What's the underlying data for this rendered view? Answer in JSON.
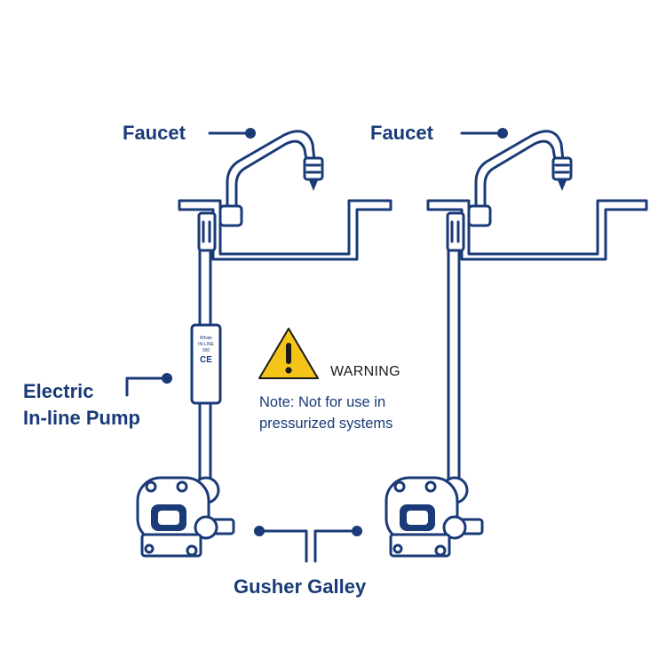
{
  "colors": {
    "ink": "#1a3a78",
    "warning_yellow": "#f4c518",
    "background": "#ffffff"
  },
  "labels": {
    "faucet_left": "Faucet",
    "faucet_right": "Faucet",
    "pump_line1": "Electric",
    "pump_line2": "In-line Pump",
    "gusher": "Gusher Galley"
  },
  "warning": {
    "icon": "warning-triangle-icon",
    "title": "WARNING",
    "note_line1": "Note: Not for use in",
    "note_line2": "pressurized systems"
  },
  "pump_box_text": {
    "line1": "Whale",
    "line2": "IN-LINE",
    "line3": "000",
    "mark": "CE"
  }
}
